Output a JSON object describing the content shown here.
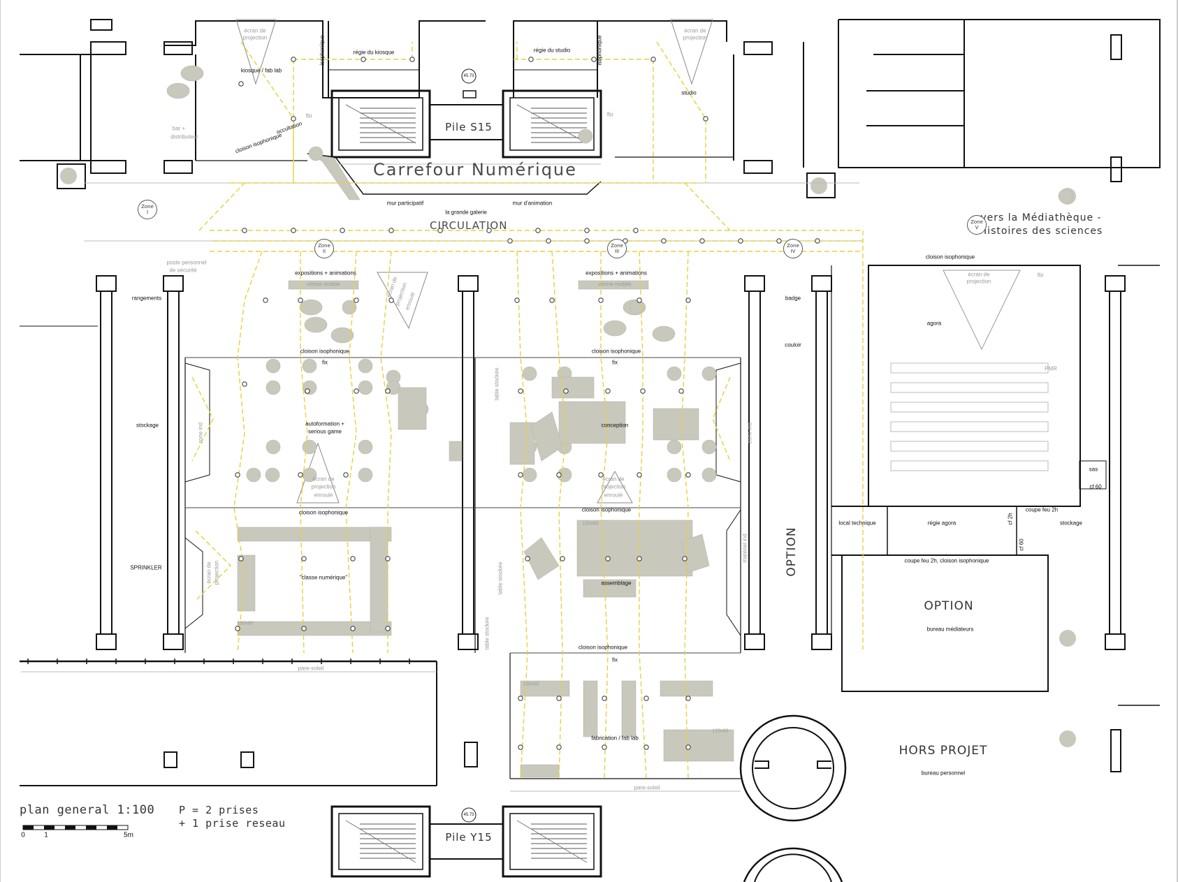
{
  "colors": {
    "wall": "#111111",
    "furniture": "#c9c8bd",
    "wiring": "#e4d23a",
    "gray_text": "#9a9a9a"
  },
  "titles": {
    "carrefour": "Carrefour Numérique",
    "circulation": "CIRCULATION",
    "pile_s15": "Pile S15",
    "pile_y15": "Pile Y15",
    "vers_mediatheque_1": "vers la Médiathèque -",
    "vers_mediatheque_2": "Histoires des sciences",
    "option_right": "OPTION",
    "option_vertical": "OPTION",
    "hors_projet": "HORS PROJET"
  },
  "legend": {
    "plan": "plan general 1:100",
    "p_line1": "P = 2 prises",
    "p_line2": "+ 1 prise reseau",
    "scale_0": "0",
    "scale_1": "1",
    "scale_5": "5m"
  },
  "zones": {
    "z1": "I",
    "z2": "II",
    "z3": "III",
    "z4": "IV",
    "z5": "V",
    "word": "Zone"
  },
  "rooms": {
    "kiosque": "kiosque / fab lab",
    "regie_kiosque": "régie du kiosque",
    "regie_studio": "régie du studio",
    "studio": "studio",
    "isophonique_1": "isophonique",
    "isophonique_2": "isophonique",
    "occultation": "occultation",
    "cloison_iso_diag": "cloison isophonique",
    "bar": "bar +",
    "distributeur": "distributeur",
    "fbi_1": "fbi",
    "fbi_2": "fbi",
    "ecran_proj_top1": "écran de",
    "ecran_proj_top1b": "projection",
    "ecran_proj_top2": "écran de",
    "ecran_proj_top2b": "projection",
    "mur_participatif": "mur participatif",
    "grande_galerie": "la grande galerie",
    "mur_animation": "mur d'animation",
    "poste_1": "poste personnel",
    "poste_2": "de sécurité",
    "expo_1": "expositions + animations",
    "expo_2": "expositions + animations",
    "vitrine_1": "vitrine mobile",
    "vitrine_2": "vitrine mobile",
    "ecran_proj_enroule_1": "écran de",
    "ecran_proj_enroule_1b": "projection",
    "ecran_proj_enroule_1c": "enroulé",
    "rangements": "rangements",
    "stockage": "stockage",
    "sprinkler": "SPRINKLER",
    "badge": "badge",
    "couloir": "couloir",
    "cloison_1": "cloison isophonique",
    "cloison_2": "cloison isophonique",
    "cloison_3": "cloison isophonique",
    "cloison_4": "cloison isophonique",
    "cloison_5": "cloison isophonique",
    "fix_1": "fix",
    "fix_2": "fix",
    "fix_3": "fix",
    "autoformation_1": "autoformation +",
    "autoformation_2": "serious game",
    "conception": "conception",
    "ecran_enroule_2a": "écran de",
    "ecran_enroule_2b": "projection",
    "ecran_enroule_2c": "enroulé",
    "ecran_enroule_3a": "écran de",
    "ecran_enroule_3b": "projection",
    "ecran_enroule_3c": "enroulé",
    "classe": "\"classe numérique\"",
    "assemblage": "assemblage",
    "fabrication": "fabrication / fab lab",
    "table_stockee_1": "table stockée",
    "table_stockee_2": "table stockée",
    "table_stockee_3": "table stockée",
    "ecran_v1": "écran de",
    "ecran_v1b": "projection",
    "pare_soleil_1": "pare-soleil",
    "pare_soleil_2": "pare-soleil",
    "agora": "agora",
    "cloison_agora": "cloison isophonique",
    "ecran_agora_1": "écran de",
    "ecran_agora_2": "projection",
    "fbi_agora": "fbi",
    "pmr": "PMR",
    "sas": "sas",
    "cf60_1": "cf 60",
    "cf60_2": "cf 60",
    "local_technique": "local technique",
    "regie_agora": "régie agora",
    "coupe_feu_2h": "coupe feu 2h",
    "cf2h_vertical": "cf 2h",
    "stockage_agora": "stockage",
    "coupe_feu_long": "coupe feu 2h, cloison isophonique",
    "bureau_mediateurs": "bureau médiateurs",
    "bureau_personnel": "bureau personnel",
    "zone_ind_1": "zone ind",
    "zone_ind_2": "zone ind",
    "materiel": "matériel ind",
    "code_1": "45.73",
    "code_2": "45.73",
    "dims_1": "150x60",
    "dims_2": "150x60",
    "dims_3": "150x60",
    "dims_4": "120x60"
  }
}
